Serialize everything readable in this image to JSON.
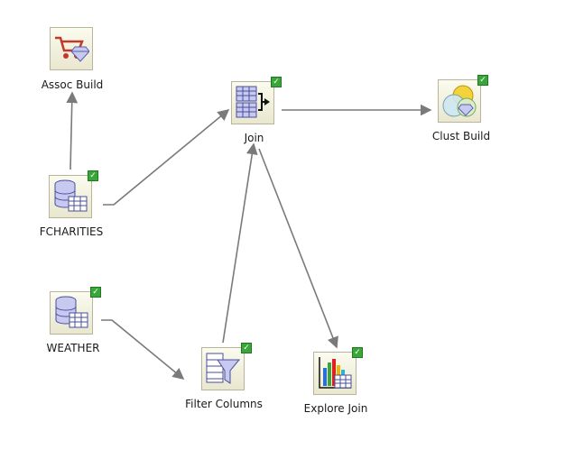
{
  "nodes": {
    "assoc_build": {
      "label": "Assoc Build",
      "icon": "shopping-cart-diamond-icon"
    },
    "join": {
      "label": "Join",
      "icon": "join-tables-icon"
    },
    "clust_build": {
      "label": "Clust Build",
      "icon": "clustering-icon"
    },
    "fcharities": {
      "label": "FCHARITIES",
      "icon": "database-table-icon"
    },
    "weather": {
      "label": "WEATHER",
      "icon": "database-table-icon"
    },
    "filter_columns": {
      "label": "Filter Columns",
      "icon": "filter-columns-icon"
    },
    "explore_join": {
      "label": "Explore Join",
      "icon": "bar-chart-table-icon"
    }
  },
  "status": {
    "ok_mark": "✓",
    "ok_color": "#3aa63a"
  }
}
